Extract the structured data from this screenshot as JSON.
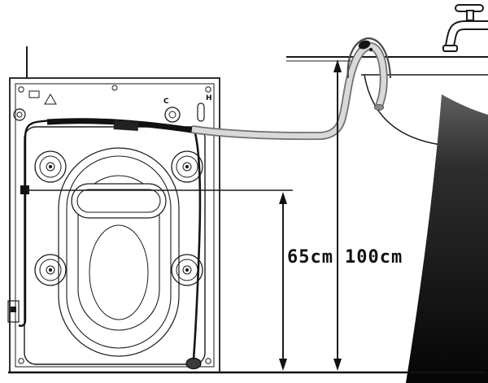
{
  "labels": {
    "dimension_65": "65cm",
    "dimension_100": "100cm",
    "valve_c": "C",
    "valve_h": "H"
  },
  "colors": {
    "line": "#1a1a1a",
    "hose_fill": "#d9d9d9",
    "hose_outline": "#707070",
    "pedestal_dark": "#0a0a0a",
    "background": "#ffffff"
  }
}
